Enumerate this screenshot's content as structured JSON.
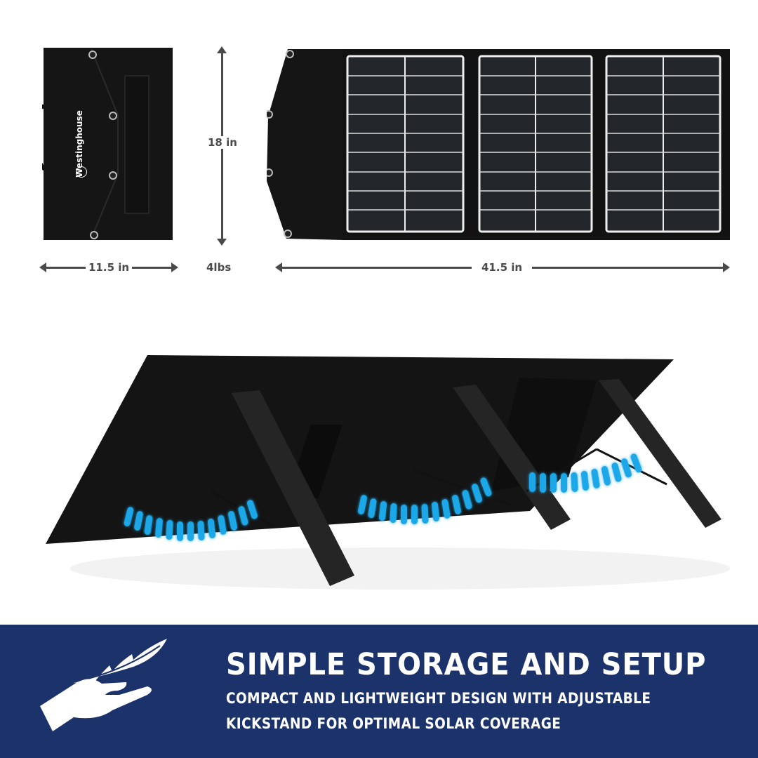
{
  "product": {
    "brand": "Westinghouse",
    "folded_view": {
      "width_label": "11.5 in",
      "height_label": "18 in",
      "weight_label": "4lbs"
    },
    "unfolded_view": {
      "width_label": "41.5 in",
      "panel_count": 3
    },
    "kickstand_view": {
      "highlight_color": "#1ea7e8",
      "kickstand_count": 3
    }
  },
  "banner": {
    "background_color": "#1c326b",
    "icon": "feather-hand-icon",
    "title": "SIMPLE STORAGE AND SETUP",
    "subtitle_line1": "COMPACT AND LIGHTWEIGHT DESIGN WITH ADJUSTABLE",
    "subtitle_line2": "KICKSTAND FOR OPTIMAL SOLAR COVERAGE"
  }
}
